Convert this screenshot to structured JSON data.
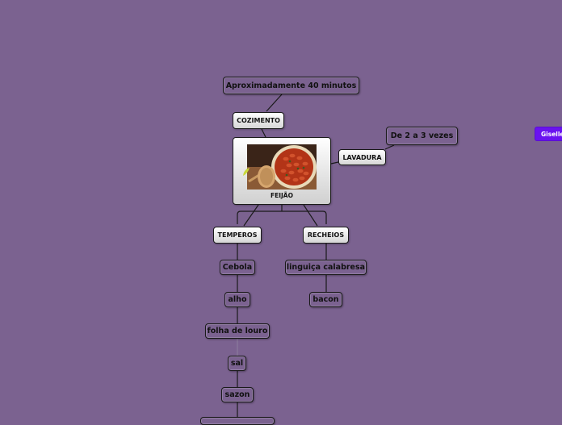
{
  "nodes": {
    "central": "FEIJÃO",
    "cozimento": "COZIMENTO",
    "aprox": "Aproximadamente 40 minutos",
    "lavadura": "LAVADURA",
    "vezes": "De 2 a 3 vezes",
    "temperos": "TEMPEROS",
    "recheios": "RECHEIOS",
    "cebola": "Cebola",
    "alho": "alho",
    "folha": "folha de louro",
    "sal": "sal",
    "sazon": "sazon",
    "linguica": "linguiça calabresa",
    "bacon": "bacon"
  },
  "sticker": {
    "label": "Giselle"
  },
  "colors": {
    "background": "#7b6290",
    "line": "#1a1a1a",
    "sticker": "#6a12f0",
    "beans": "#c0391b"
  },
  "icons": {
    "central_image": "beans-bowl-image"
  }
}
